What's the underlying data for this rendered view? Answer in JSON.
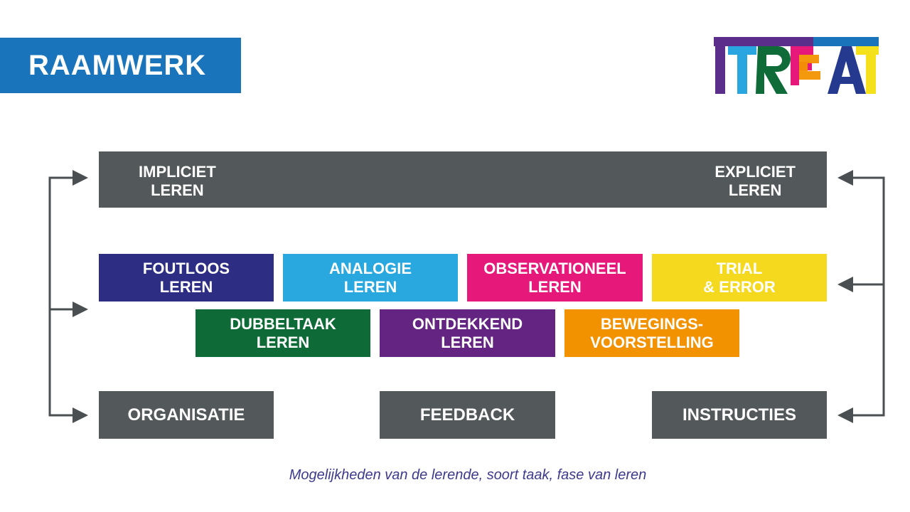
{
  "header": {
    "title": "RAAMWERK"
  },
  "logo": {
    "text": "TREAT",
    "colors": [
      "#5c2e8c",
      "#29a5e0",
      "#0f6b37",
      "#e6197b",
      "#f39200",
      "#253a8e",
      "#f5e11b"
    ]
  },
  "banner": {
    "left": [
      "IMPLICIET",
      "LEREN"
    ],
    "right": [
      "EXPLICIET",
      "LEREN"
    ]
  },
  "methods_row1": [
    {
      "line1": "FOUTLOOS",
      "line2": "LEREN",
      "color": "#2d2e83"
    },
    {
      "line1": "ANALOGIE",
      "line2": "LEREN",
      "color": "#29a8e0"
    },
    {
      "line1": "OBSERVATIONEEL",
      "line2": "LEREN",
      "color": "#e6197b"
    },
    {
      "line1": "TRIAL",
      "line2": "& ERROR",
      "color": "#f5d91f"
    }
  ],
  "methods_row2": [
    {
      "line1": "DUBBELTAAK",
      "line2": "LEREN",
      "color": "#0e6b37"
    },
    {
      "line1": "ONTDEKKEND",
      "line2": "LEREN",
      "color": "#642482"
    },
    {
      "line1": "BEWEGINGS-",
      "line2": "VOORSTELLING",
      "color": "#f39200"
    }
  ],
  "bottom": [
    "ORGANISATIE",
    "FEEDBACK",
    "INSTRUCTIES"
  ],
  "footer": "Mogelijkheden van de lerende, soort taak, fase van leren",
  "colors": {
    "grey": "#53585b",
    "title_blue": "#1a74bb",
    "arrow": "#4a4f52",
    "footer_text": "#3d3a8c"
  }
}
